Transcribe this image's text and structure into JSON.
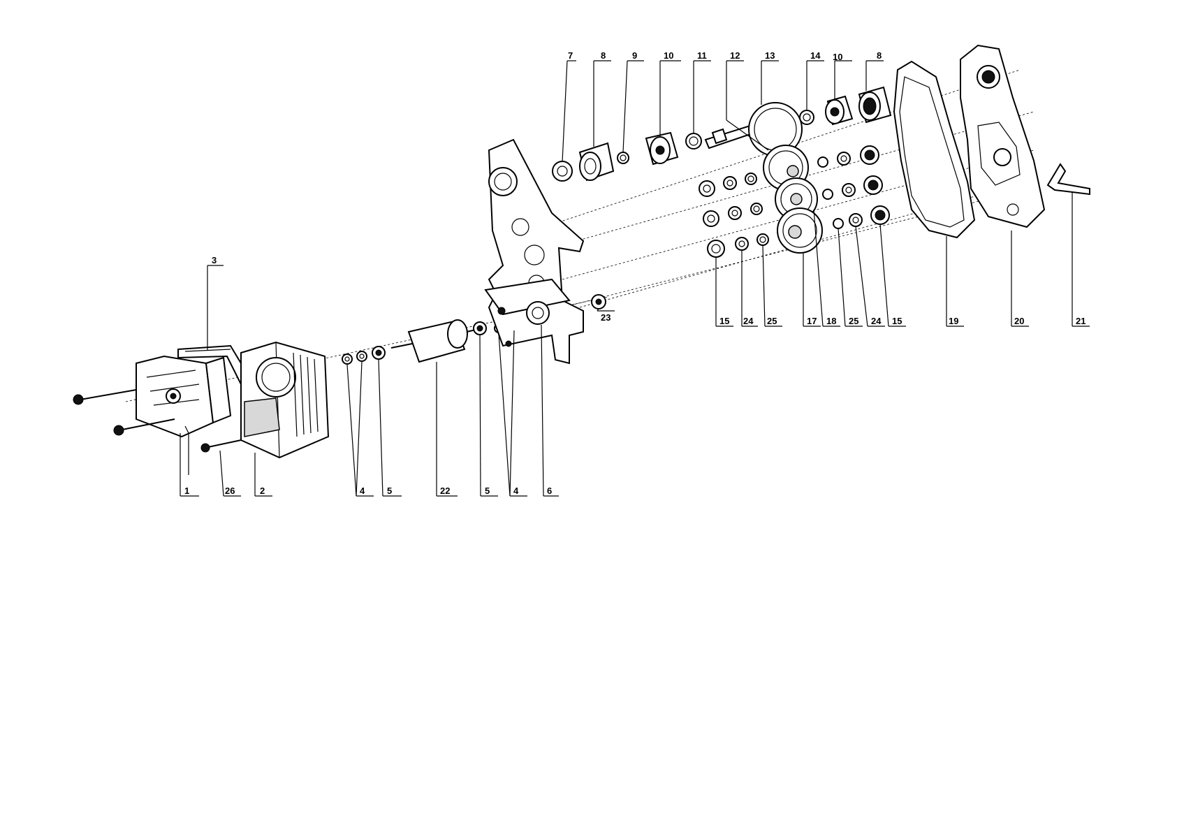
{
  "callouts": {
    "c1": "1",
    "c2": "2",
    "c3": "3",
    "c4a": "4",
    "c4b": "4",
    "c5a": "5",
    "c5b": "5",
    "c6": "6",
    "c7": "7",
    "c8a": "8",
    "c8b": "8",
    "c9": "9",
    "c10a": "10",
    "c10b": "10",
    "c11": "11",
    "c12": "12",
    "c13": "13",
    "c14": "14",
    "c15a": "15",
    "c15b": "15",
    "c17": "17",
    "c18": "18",
    "c19": "19",
    "c20": "20",
    "c21": "21",
    "c22": "22",
    "c23": "23",
    "c24a": "24",
    "c24b": "24",
    "c25a": "25",
    "c25b": "25",
    "c26": "26"
  }
}
